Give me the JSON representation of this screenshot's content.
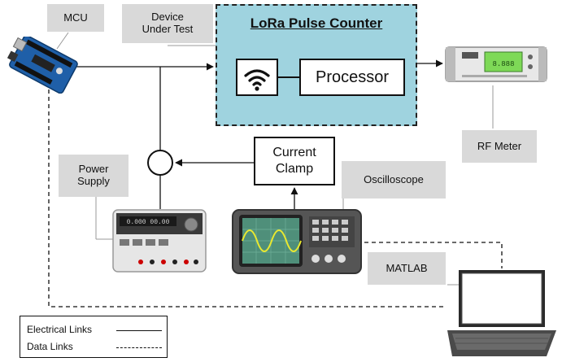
{
  "labels": {
    "mcu": "MCU",
    "device_under_test": [
      "Device",
      "Under Test"
    ],
    "power_supply": [
      "Power",
      "Supply"
    ],
    "oscilloscope": "Oscilloscope",
    "rf_meter": "RF Meter",
    "matlab": "MATLAB"
  },
  "dut": {
    "title": "LoRa Pulse Counter",
    "processor": "Processor"
  },
  "current_clamp": [
    "Current",
    "Clamp"
  ],
  "legend": {
    "electrical": "Electrical Links",
    "data": "Data Links"
  },
  "colors": {
    "dut_fill": "#9fd3df",
    "label_fill": "#d9d9d9",
    "arduino_blue": "#1f5fa8",
    "scope_screen": "#4f8f7a"
  },
  "icons": [
    "arduino-board-icon",
    "wifi-icon",
    "rf-meter-icon",
    "power-supply-icon",
    "oscilloscope-icon",
    "laptop-icon",
    "summing-junction-icon"
  ]
}
